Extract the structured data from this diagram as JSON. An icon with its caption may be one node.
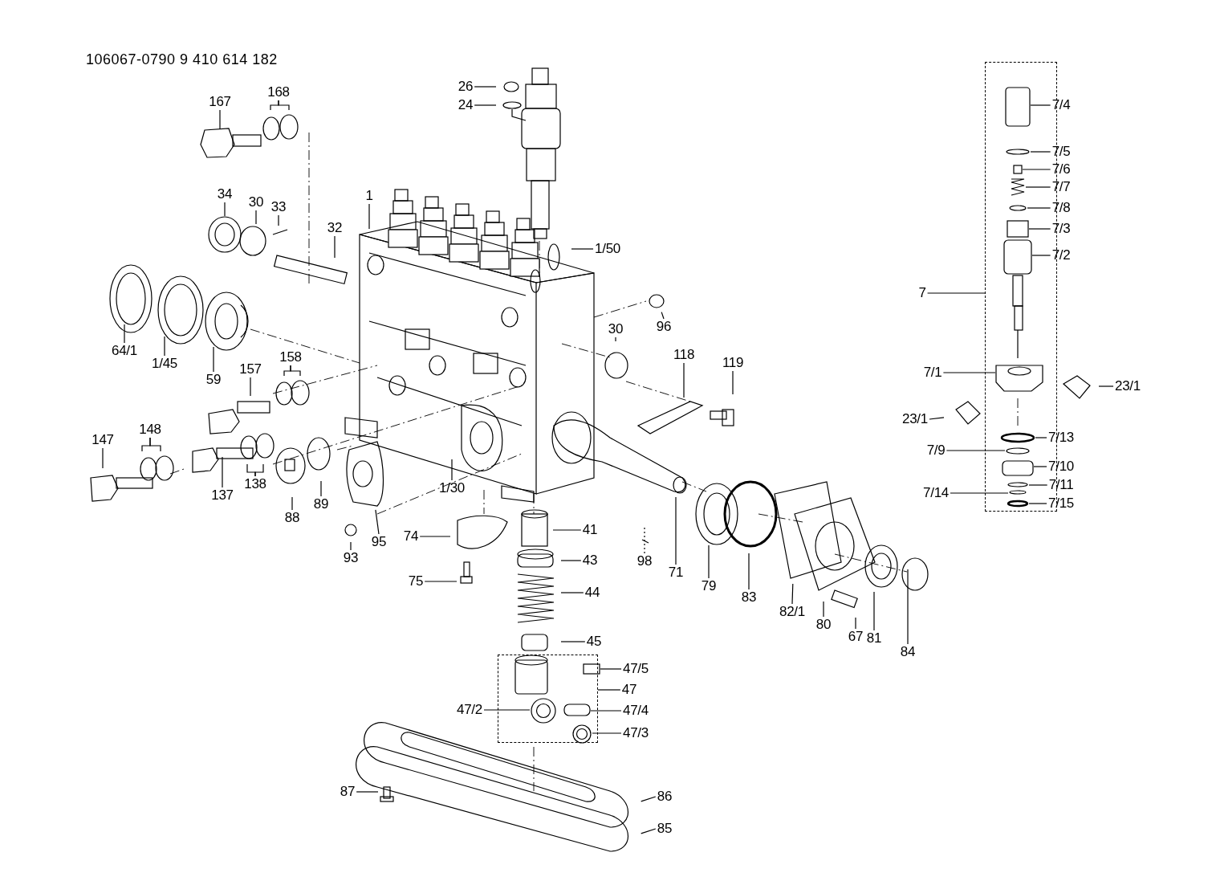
{
  "diagram": {
    "title": "106067-0790 9 410 614 182",
    "nodes": [
      {
        "text": [
          "26"
        ]
      },
      {
        "text": [
          "24"
        ]
      },
      {
        "text": [
          "7/4"
        ]
      },
      {
        "text": [
          "168"
        ]
      },
      {
        "text": [
          "167"
        ]
      },
      {
        "text": [
          "7/5"
        ]
      },
      {
        "text": [
          "7/6"
        ]
      },
      {
        "text": [
          "7/7"
        ]
      },
      {
        "text": [
          "1"
        ]
      },
      {
        "text": [
          "34"
        ]
      },
      {
        "text": [
          "30"
        ]
      },
      {
        "text": [
          "7/8"
        ]
      },
      {
        "text": [
          "33"
        ]
      },
      {
        "text": [
          "32"
        ]
      },
      {
        "text": [
          "7/3"
        ]
      },
      {
        "text": [
          "1/50"
        ]
      },
      {
        "text": [
          "7/2"
        ]
      },
      {
        "text": [
          "7"
        ]
      },
      {
        "text": [
          "96"
        ]
      },
      {
        "text": [
          "30"
        ]
      },
      {
        "text": [
          "64/1"
        ]
      },
      {
        "text": [
          "158"
        ]
      },
      {
        "text": [
          "118"
        ]
      },
      {
        "text": [
          "1/45"
        ]
      },
      {
        "text": [
          "119"
        ]
      },
      {
        "text": [
          "157"
        ]
      },
      {
        "text": [
          "7/1"
        ]
      },
      {
        "text": [
          "59"
        ]
      },
      {
        "text": [
          "23/1"
        ]
      },
      {
        "text": [
          "23/1"
        ]
      },
      {
        "text": [
          "148"
        ]
      },
      {
        "text": [
          "7/13"
        ]
      },
      {
        "text": [
          "147"
        ]
      },
      {
        "text": [
          "7/9"
        ]
      },
      {
        "text": [
          "7/10"
        ]
      },
      {
        "text": [
          "138"
        ]
      },
      {
        "text": [
          "1/30"
        ]
      },
      {
        "text": [
          "7/11"
        ]
      },
      {
        "text": [
          "137"
        ]
      },
      {
        "text": [
          "89"
        ]
      },
      {
        "text": [
          "7/14"
        ]
      },
      {
        "text": [
          "7/15"
        ]
      },
      {
        "text": [
          "88"
        ]
      },
      {
        "text": [
          "41"
        ]
      },
      {
        "text": [
          "74"
        ]
      },
      {
        "text": [
          "95"
        ]
      },
      {
        "text": [
          "93"
        ]
      },
      {
        "text": [
          "43"
        ]
      },
      {
        "text": [
          "98"
        ]
      },
      {
        "text": [
          "71"
        ]
      },
      {
        "text": [
          "75"
        ]
      },
      {
        "text": [
          "79"
        ]
      },
      {
        "text": [
          "44"
        ]
      },
      {
        "text": [
          "83"
        ]
      },
      {
        "text": [
          "82/1"
        ]
      },
      {
        "text": [
          "80"
        ]
      },
      {
        "text": [
          "67"
        ]
      },
      {
        "text": [
          "81"
        ]
      },
      {
        "text": [
          "45"
        ]
      },
      {
        "text": [
          "84"
        ]
      },
      {
        "text": [
          "47/5"
        ]
      },
      {
        "text": [
          "47"
        ]
      },
      {
        "text": [
          "47/2"
        ]
      },
      {
        "text": [
          "47/4"
        ]
      },
      {
        "text": [
          "47/3"
        ]
      },
      {
        "text": [
          "87"
        ]
      },
      {
        "text": [
          "86"
        ]
      },
      {
        "text": [
          "85"
        ]
      },
      {
        "text": [],
        "shape": "box"
      },
      {
        "text": [],
        "shape": "box",
        "in": 68
      },
      {
        "text": [],
        "shape": "circle",
        "in": 68
      },
      {
        "text": [],
        "shape": "box",
        "in": 68
      },
      {
        "text": [],
        "shape": "picture",
        "in": 68
      },
      {
        "text": [],
        "shape": "circle",
        "in": 68
      },
      {
        "text": [],
        "shape": "box",
        "in": 68
      },
      {
        "text": [],
        "shape": "box",
        "in": 68
      },
      {
        "text": [],
        "shape": "picture",
        "in": 68
      },
      {
        "text": [],
        "shape": "circle",
        "in": 68
      },
      {
        "text": [],
        "shape": "circle",
        "in": 68
      },
      {
        "text": [],
        "shape": "box",
        "in": 68
      },
      {
        "text": [],
        "shape": "circle",
        "in": 68
      },
      {
        "text": [],
        "shape": "circle",
        "in": 68
      },
      {
        "text": [],
        "shape": "circle",
        "in": 68
      },
      {
        "text": [],
        "shape": "box"
      },
      {
        "text": [],
        "shape": "box",
        "in": 83
      },
      {
        "text": [],
        "shape": "circle",
        "in": 83
      },
      {
        "text": [],
        "shape": "box",
        "in": 83
      },
      {
        "text": [],
        "shape": "circle",
        "in": 83
      }
    ],
    "edges": [
      {
        "from": 0,
        "to": null,
        "arrow": "none"
      },
      {
        "from": 1,
        "to": null,
        "arrow": "none"
      },
      {
        "from": 2,
        "to": 69,
        "arrow": "none"
      },
      {
        "from": 3,
        "to": null,
        "arrow": "none"
      },
      {
        "from": 3,
        "to": null,
        "arrow": "none"
      },
      {
        "from": 4,
        "to": null,
        "arrow": "none"
      },
      {
        "from": 5,
        "to": 70,
        "arrow": "none"
      },
      {
        "from": 6,
        "to": 71,
        "arrow": "none"
      },
      {
        "from": 7,
        "to": 72,
        "arrow": "none"
      },
      {
        "from": 8,
        "to": null,
        "arrow": "none"
      },
      {
        "from": 9,
        "to": null,
        "arrow": "none"
      },
      {
        "from": 10,
        "to": null,
        "arrow": "none"
      },
      {
        "from": 11,
        "to": 73,
        "arrow": "none"
      },
      {
        "from": 12,
        "to": null,
        "arrow": "none"
      },
      {
        "from": 13,
        "to": null,
        "arrow": "none"
      },
      {
        "from": 14,
        "to": 74,
        "arrow": "none"
      },
      {
        "from": 15,
        "to": null,
        "arrow": "none"
      },
      {
        "from": 16,
        "to": 75,
        "arrow": "none"
      },
      {
        "from": 17,
        "to": 68,
        "arrow": "none"
      },
      {
        "from": 18,
        "to": null,
        "arrow": "none"
      },
      {
        "from": 19,
        "to": null,
        "arrow": "none"
      },
      {
        "from": 20,
        "to": null,
        "arrow": "none"
      },
      {
        "from": 21,
        "to": null,
        "arrow": "none"
      },
      {
        "from": 21,
        "to": null,
        "arrow": "none"
      },
      {
        "from": 22,
        "to": null,
        "arrow": "none"
      },
      {
        "from": 23,
        "to": null,
        "arrow": "none"
      },
      {
        "from": 24,
        "to": null,
        "arrow": "none"
      },
      {
        "from": 25,
        "to": null,
        "arrow": "none"
      },
      {
        "from": 26,
        "to": 76,
        "arrow": "none"
      },
      {
        "from": 27,
        "to": null,
        "arrow": "none"
      },
      {
        "from": 28,
        "to": null,
        "arrow": "none"
      },
      {
        "from": 29,
        "to": null,
        "arrow": "none"
      },
      {
        "from": 30,
        "to": null,
        "arrow": "none"
      },
      {
        "from": 30,
        "to": null,
        "arrow": "none"
      },
      {
        "from": 31,
        "to": 77,
        "arrow": "none"
      },
      {
        "from": 32,
        "to": null,
        "arrow": "none"
      },
      {
        "from": 33,
        "to": 78,
        "arrow": "none"
      },
      {
        "from": 34,
        "to": 79,
        "arrow": "none"
      },
      {
        "from": 35,
        "to": null,
        "arrow": "none"
      },
      {
        "from": 35,
        "to": null,
        "arrow": "none"
      },
      {
        "from": 36,
        "to": null,
        "arrow": "none"
      },
      {
        "from": 37,
        "to": 80,
        "arrow": "none"
      },
      {
        "from": 38,
        "to": null,
        "arrow": "none"
      },
      {
        "from": 39,
        "to": null,
        "arrow": "none"
      },
      {
        "from": 40,
        "to": 81,
        "arrow": "none"
      },
      {
        "from": 41,
        "to": 82,
        "arrow": "none"
      },
      {
        "from": 42,
        "to": null,
        "arrow": "none"
      },
      {
        "from": 43,
        "to": null,
        "arrow": "none"
      },
      {
        "from": 44,
        "to": null,
        "arrow": "none"
      },
      {
        "from": 45,
        "to": null,
        "arrow": "none"
      },
      {
        "from": 46,
        "to": null,
        "arrow": "none"
      },
      {
        "from": 47,
        "to": null,
        "arrow": "none"
      },
      {
        "from": 48,
        "to": null,
        "arrow": "none",
        "style": "dashed"
      },
      {
        "from": 49,
        "to": null,
        "arrow": "none"
      },
      {
        "from": 50,
        "to": null,
        "arrow": "none"
      },
      {
        "from": 51,
        "to": null,
        "arrow": "none"
      },
      {
        "from": 52,
        "to": null,
        "arrow": "none"
      },
      {
        "from": 53,
        "to": null,
        "arrow": "none"
      },
      {
        "from": 54,
        "to": null,
        "arrow": "none"
      },
      {
        "from": 55,
        "to": null,
        "arrow": "none"
      },
      {
        "from": 56,
        "to": null,
        "arrow": "none"
      },
      {
        "from": 57,
        "to": null,
        "arrow": "none"
      },
      {
        "from": 58,
        "to": null,
        "arrow": "none"
      },
      {
        "from": 59,
        "to": null,
        "arrow": "none"
      },
      {
        "from": 60,
        "to": 84,
        "arrow": "none"
      },
      {
        "from": 61,
        "to": 83,
        "arrow": "none"
      },
      {
        "from": 62,
        "to": 85,
        "arrow": "none"
      },
      {
        "from": 63,
        "to": 86,
        "arrow": "none"
      },
      {
        "from": 64,
        "to": 87,
        "arrow": "none"
      },
      {
        "from": 65,
        "to": null,
        "arrow": "none"
      },
      {
        "from": 66,
        "to": null,
        "arrow": "none"
      },
      {
        "from": 67,
        "to": null,
        "arrow": "none"
      }
    ]
  }
}
